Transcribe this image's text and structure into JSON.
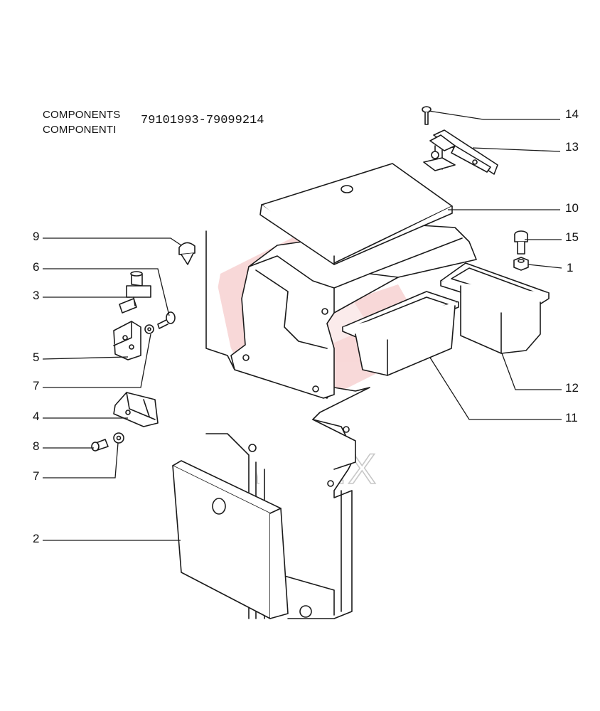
{
  "header": {
    "line1": "COMPONENTS",
    "line2": "COMPONENTI",
    "part_range": "79101993-79099214"
  },
  "watermark": {
    "text": "ИНТЕХ",
    "color_logo": "#f3b9b9",
    "color_text": "#c8c8c8"
  },
  "callouts": [
    {
      "label": "14"
    },
    {
      "label": "13"
    },
    {
      "label": "10"
    },
    {
      "label": "15"
    },
    {
      "label": "1"
    },
    {
      "label": "12"
    },
    {
      "label": "11"
    },
    {
      "label": "9"
    },
    {
      "label": "6"
    },
    {
      "label": "3"
    },
    {
      "label": "5"
    },
    {
      "label": "7"
    },
    {
      "label": "4"
    },
    {
      "label": "8"
    },
    {
      "label": "7"
    },
    {
      "label": "2"
    }
  ],
  "colors": {
    "line": "#1a1a1a",
    "fill": "#ffffff"
  }
}
